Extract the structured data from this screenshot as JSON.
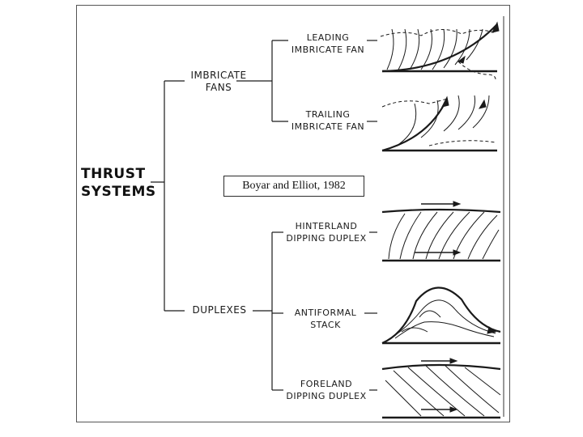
{
  "root": {
    "line1": "THRUST",
    "line2": "SYSTEMS"
  },
  "branches": {
    "imbricate": {
      "line1": "IMBRICATE",
      "line2": "FANS"
    },
    "duplexes": {
      "line1": "DUPLEXES"
    }
  },
  "leaves": {
    "leading": {
      "line1": "LEADING",
      "line2": "IMBRICATE FAN"
    },
    "trailing": {
      "line1": "TRAILING",
      "line2": "IMBRICATE FAN"
    },
    "hinterland": {
      "line1": "HINTERLAND",
      "line2": "DIPPING DUPLEX"
    },
    "antiformal": {
      "line1": "ANTIFORMAL",
      "line2": "STACK"
    },
    "foreland": {
      "line1": "FORELAND",
      "line2": "DIPPING DUPLEX"
    }
  },
  "caption": "Boyar and Elliot, 1982",
  "colors": {
    "ink": "#1a1a1a",
    "frame": "#555555"
  }
}
